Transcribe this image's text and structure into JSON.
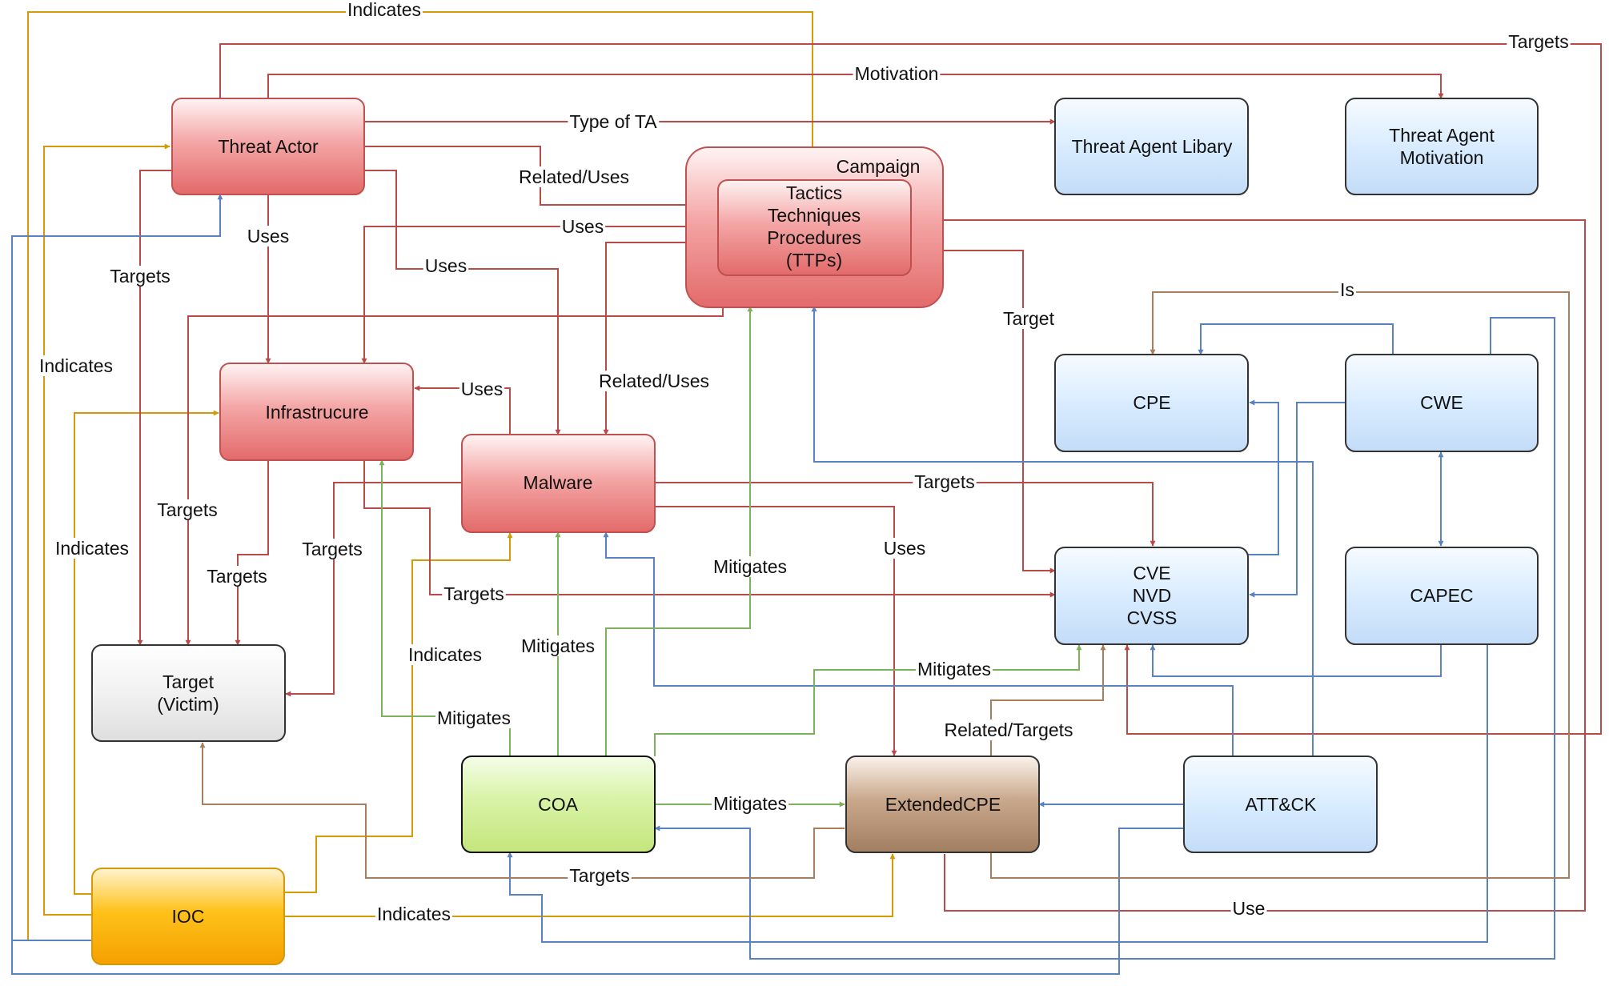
{
  "colors": {
    "red": "#b84a4a",
    "orange": "#d49a0b",
    "blue": "#5a82c0",
    "green": "#7cb15e",
    "brown": "#a87f5d"
  },
  "nodes": {
    "threat_actor": {
      "label": "Threat Actor",
      "style": "red"
    },
    "threat_agent_library": {
      "label": "Threat Agent Libary",
      "style": "blue"
    },
    "threat_agent_motivation": {
      "lines": [
        "Threat Agent",
        "Motivation"
      ],
      "style": "blue"
    },
    "campaign": {
      "label": "Campaign",
      "style": "red"
    },
    "ttps": {
      "lines": [
        "Tactics",
        "Techniques",
        "Procedures",
        "(TTPs)"
      ],
      "style": "red"
    },
    "infrastructure": {
      "label": "Infrastrucure",
      "style": "red"
    },
    "malware": {
      "label": "Malware",
      "style": "red"
    },
    "cpe": {
      "label": "CPE",
      "style": "blue"
    },
    "cwe": {
      "label": "CWE",
      "style": "blue"
    },
    "cve": {
      "lines": [
        "CVE",
        "NVD",
        "CVSS"
      ],
      "style": "blue"
    },
    "capec": {
      "label": "CAPEC",
      "style": "blue"
    },
    "target": {
      "lines": [
        "Target",
        "(Victim)"
      ],
      "style": "gray"
    },
    "coa": {
      "label": "COA",
      "style": "green"
    },
    "extended_cpe": {
      "label": "ExtendedCPE",
      "style": "brown"
    },
    "attck": {
      "label": "ATT&CK",
      "style": "blue"
    },
    "ioc": {
      "label": "IOC",
      "style": "orange"
    }
  },
  "edge_labels": {
    "indicates_top": "Indicates",
    "targets_top": "Targets",
    "motivation": "Motivation",
    "type_of_ta": "Type of TA",
    "related_uses_1": "Related/Uses",
    "uses_1": "Uses",
    "uses_2": "Uses",
    "uses_3": "Uses",
    "targets_left": "Targets",
    "indicates_left": "Indicates",
    "target_ttps": "Target",
    "is": "Is",
    "uses_malware_infra": "Uses",
    "related_uses_2": "Related/Uses",
    "targets_mal_cve": "Targets",
    "targets_infra_target": "Targets",
    "targets_2": "Targets",
    "targets_3": "Targets",
    "indicates_ioc_infra": "Indicates",
    "mitigates_ttps": "Mitigates",
    "uses_mal_ext": "Uses",
    "targets_infra_cve": "Targets",
    "indicates_ioc_mal": "Indicates",
    "mitigates_mal": "Mitigates",
    "mitigates_cve": "Mitigates",
    "mitigates_infra": "Mitigates",
    "related_targets": "Related/Targets",
    "mitigates_ext": "Mitigates",
    "targets_ext_target": "Targets",
    "use": "Use",
    "indicates_bottom": "Indicates"
  }
}
